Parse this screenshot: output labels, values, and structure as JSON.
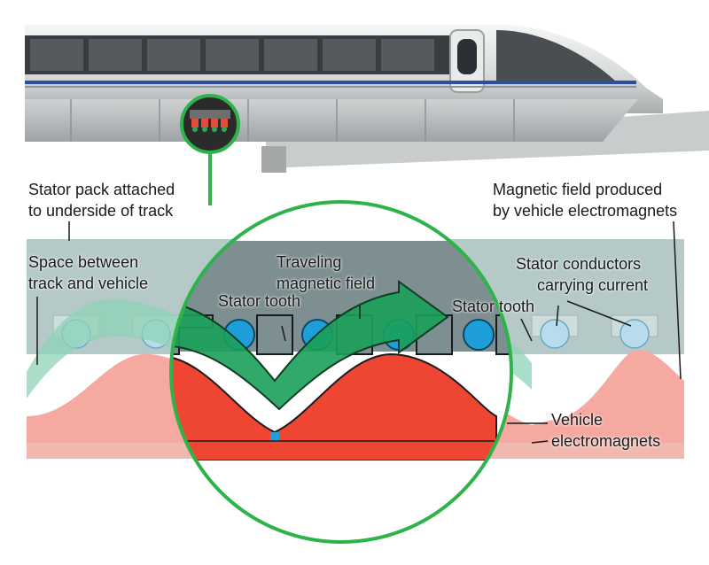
{
  "labels": {
    "stator_pack": [
      "Stator pack attached",
      "to underside of track"
    ],
    "magnetic_field_vehicle": [
      "Magnetic field produced",
      "by vehicle electromagnets"
    ],
    "space_between": [
      "Space between",
      "track and vehicle"
    ],
    "traveling_field": [
      "Traveling",
      "magnetic field"
    ],
    "stator_tooth_left": "Stator tooth",
    "stator_tooth_right": "Stator tooth",
    "stator_conductors": [
      "Stator conductors",
      "carrying current"
    ],
    "vehicle_electromagnets": [
      "Vehicle",
      "electromagnets"
    ]
  },
  "colors": {
    "track": "#7e8f92",
    "track_light": "#a9c3c3",
    "conductor": "#1f9fd9",
    "conductor_light": "#b9dcec",
    "field": "#19a05a",
    "magnet": "#ef4634",
    "magnet_light": "#f6a9a0",
    "callout": "#2db34a"
  }
}
